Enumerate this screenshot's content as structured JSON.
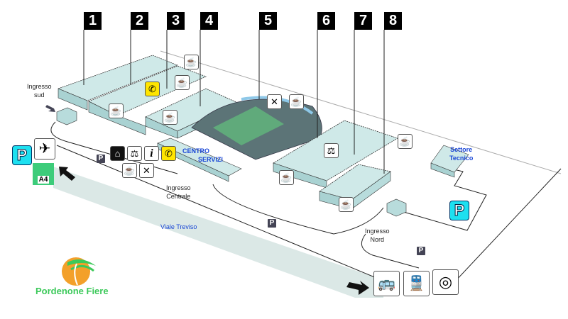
{
  "map": {
    "title": "Pordenone Fiere",
    "halls": [
      "1",
      "2",
      "3",
      "4",
      "5",
      "6",
      "7",
      "8"
    ],
    "labels": {
      "ingresso_sud": [
        "Ingresso",
        "sud"
      ],
      "ingresso_centrale": [
        "Ingresso",
        "Centrale"
      ],
      "ingresso_nord": [
        "Ingresso",
        "Nord"
      ],
      "centro_servizi": [
        "CENTRO",
        "SERVIZI"
      ],
      "settore_tecnico": [
        "Settore",
        "Tecnico"
      ],
      "viale_treviso": "Viale Treviso",
      "motorway": "A4",
      "parking": "P"
    },
    "service_icons": [
      "bar-cafe",
      "restaurant",
      "telephone",
      "info",
      "cash-exchange",
      "cloakroom"
    ],
    "transport_icons": [
      "bus",
      "train",
      "target"
    ],
    "colors": {
      "building": "#cfe9e8",
      "building_side": "#a9d2d2",
      "road_band": "#dbe8e6",
      "label_blue": "#1a47d6",
      "logo_green": "#3cc95a",
      "logo_orange": "#f3a02a",
      "parking_cyan": "#1de0f0",
      "phone_yellow": "#ffe500",
      "motorway_green": "#3dcc7a"
    }
  }
}
